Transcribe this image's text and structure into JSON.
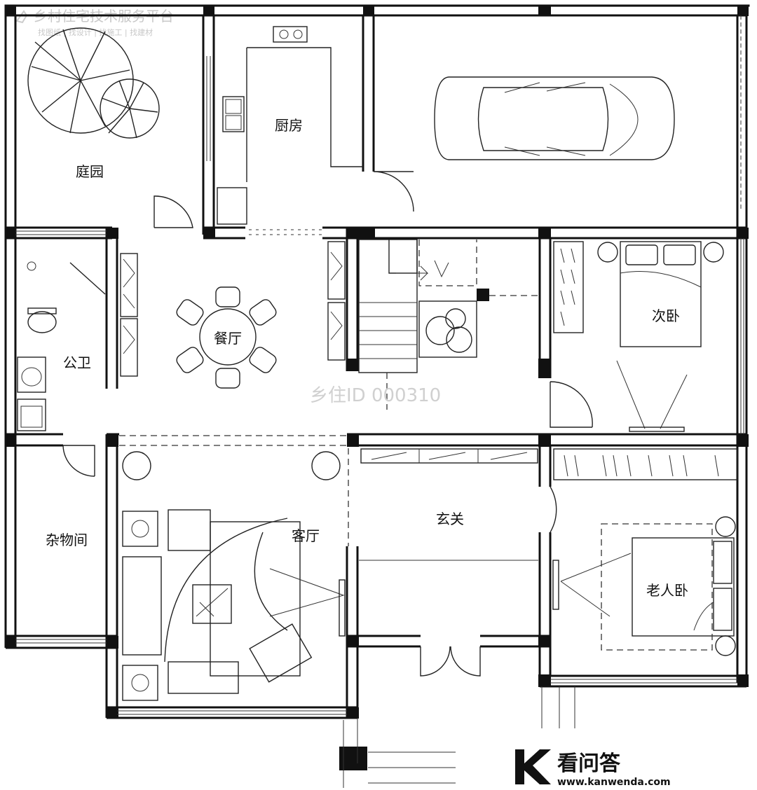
{
  "header": {
    "platform_name": "乡村住宅技术服务平台",
    "tagline": "找图纸 | 找设计 | 找施工 | 找建材"
  },
  "watermark": {
    "plan_id": "乡住ID 000310"
  },
  "rooms": {
    "garden": "庭园",
    "kitchen": "厨房",
    "dining": "餐厅",
    "public_bath": "公卫",
    "second_bedroom": "次卧",
    "storage": "杂物间",
    "living": "客厅",
    "entrance": "玄关",
    "elder_bedroom": "老人卧"
  },
  "brand": {
    "name": "看问答",
    "url": "www.kanwenda.com"
  },
  "colors": {
    "ink": "#111111",
    "watermark": "#d0d0d0"
  }
}
